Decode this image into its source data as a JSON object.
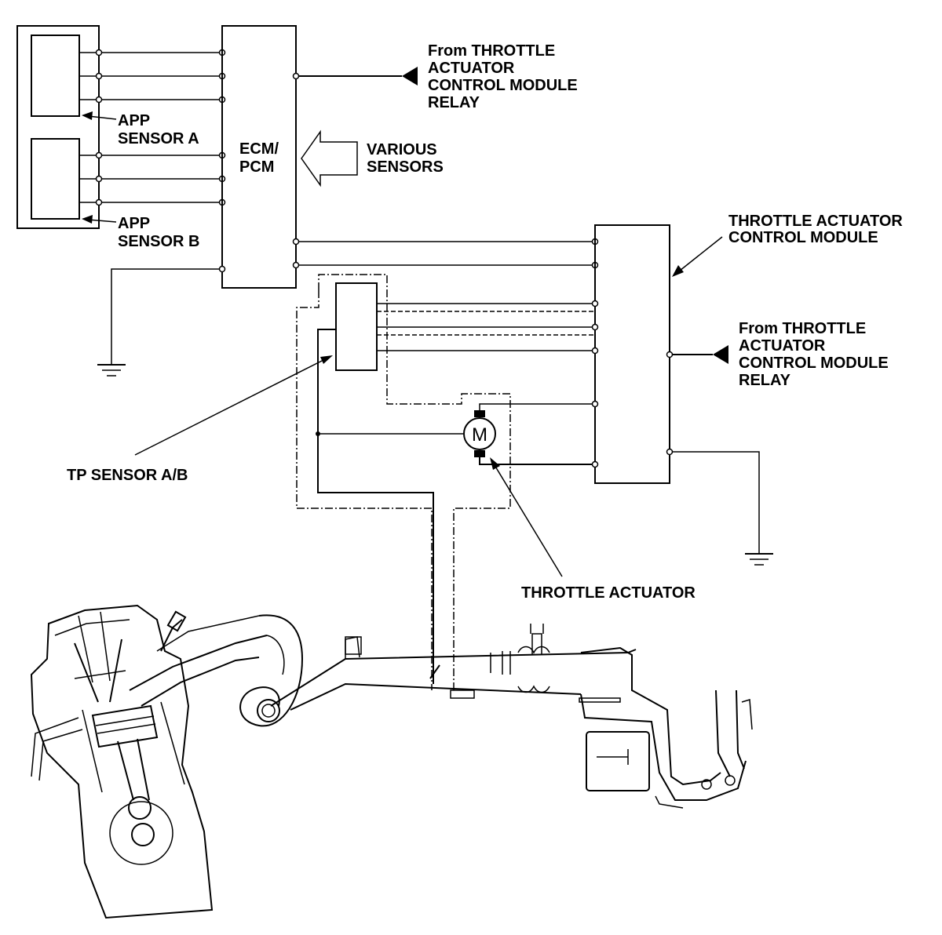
{
  "labels": {
    "relay_top": [
      "From THROTTLE",
      "ACTUATOR",
      "CONTROL MODULE",
      "RELAY"
    ],
    "ecm": [
      "ECM/",
      "PCM"
    ],
    "various": [
      "VARIOUS",
      "SENSORS"
    ],
    "app_a": [
      "APP",
      "SENSOR A"
    ],
    "app_b": [
      "APP",
      "SENSOR B"
    ],
    "tacm": [
      "THROTTLE ACTUATOR",
      "CONTROL MODULE"
    ],
    "relay_right": [
      "From THROTTLE",
      "ACTUATOR",
      "CONTROL MODULE",
      "RELAY"
    ],
    "tp_sensor": "TP SENSOR A/B",
    "throttle_actuator": "THROTTLE ACTUATOR",
    "motor": "M"
  }
}
